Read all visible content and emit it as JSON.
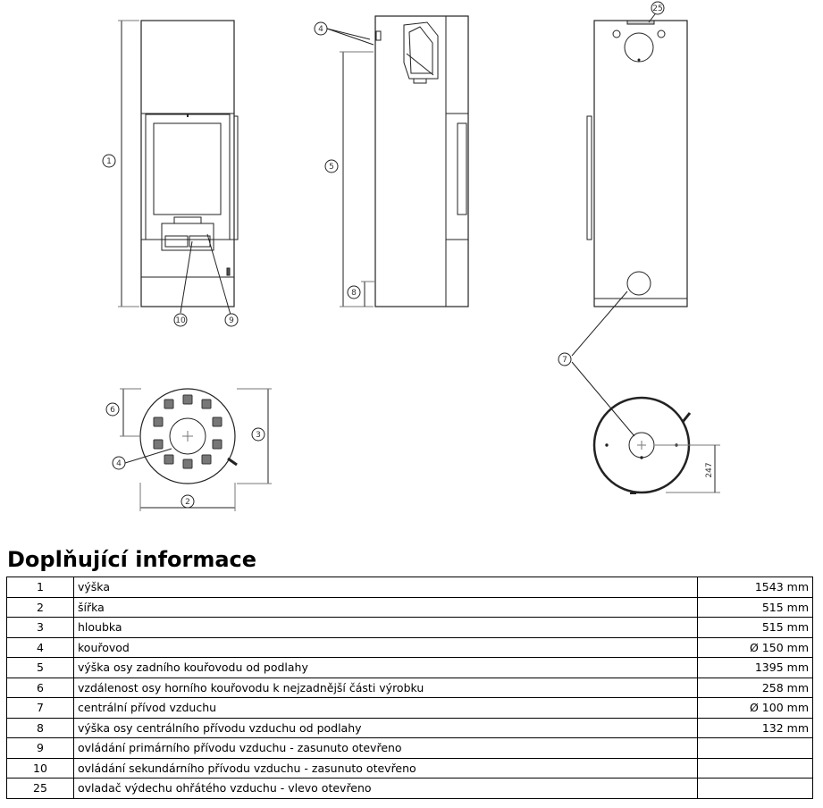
{
  "callouts": {
    "c1": "1",
    "c2": "2",
    "c3": "3",
    "c4a": "4",
    "c4b": "4",
    "c5": "5",
    "c6": "6",
    "c7": "7",
    "c8": "8",
    "c9": "9",
    "c10": "10",
    "c25": "25"
  },
  "dimension_label": "247",
  "heading": "Doplňující informace",
  "rows": [
    {
      "num": "1",
      "desc": "výška",
      "val": "1543 mm"
    },
    {
      "num": "2",
      "desc": "šířka",
      "val": "515 mm"
    },
    {
      "num": "3",
      "desc": "hloubka",
      "val": "515 mm"
    },
    {
      "num": "4",
      "desc": "kouřovod",
      "val": "Ø 150 mm"
    },
    {
      "num": "5",
      "desc": "výška osy zadního kouřovodu od podlahy",
      "val": "1395 mm"
    },
    {
      "num": "6",
      "desc": "vzdálenost osy horního kouřovodu k nejzadnější části výrobku",
      "val": "258 mm"
    },
    {
      "num": "7",
      "desc": "centrální přívod vzduchu",
      "val": "Ø 100 mm"
    },
    {
      "num": "8",
      "desc": "výška osy centrálního přívodu vzduchu od podlahy",
      "val": "132 mm"
    },
    {
      "num": "9",
      "desc": "ovládání primárního přívodu vzduchu - zasunuto otevřeno",
      "val": ""
    },
    {
      "num": "10",
      "desc": "ovládání sekundárního přívodu vzduchu - zasunuto otevřeno",
      "val": ""
    },
    {
      "num": "25",
      "desc": "ovladač výdechu ohřátého vzduchu - vlevo otevřeno",
      "val": ""
    }
  ]
}
